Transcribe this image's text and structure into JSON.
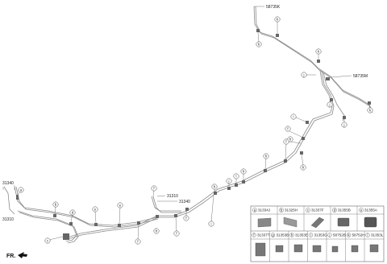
{
  "part_numbers": {
    "top_end_a": "58735K",
    "top_end_b": "58735M",
    "front_left_upper": "31340",
    "front_left_lower": "31310",
    "mid_upper": "31310",
    "mid_lower": "31340"
  },
  "front_label": "FR.",
  "legend_row1": [
    {
      "letter": "a",
      "part": "31334J"
    },
    {
      "letter": "b",
      "part": "31325H"
    },
    {
      "letter": "c",
      "part": "31337F"
    },
    {
      "letter": "d",
      "part": "31355B"
    },
    {
      "letter": "e",
      "part": "31355A"
    }
  ],
  "legend_row2": [
    {
      "letter": "f",
      "part": "31337T"
    },
    {
      "letter": "g",
      "part": "31353B"
    },
    {
      "letter": "h",
      "part": "31353E"
    },
    {
      "letter": "i",
      "part": "31353G"
    },
    {
      "letter": "j",
      "part": "58752B"
    },
    {
      "letter": "k",
      "part": "58752H"
    },
    {
      "letter": "l",
      "part": "31353L"
    }
  ],
  "colors": {
    "line": "#777777",
    "clip": "#555555",
    "border": "#666666"
  }
}
